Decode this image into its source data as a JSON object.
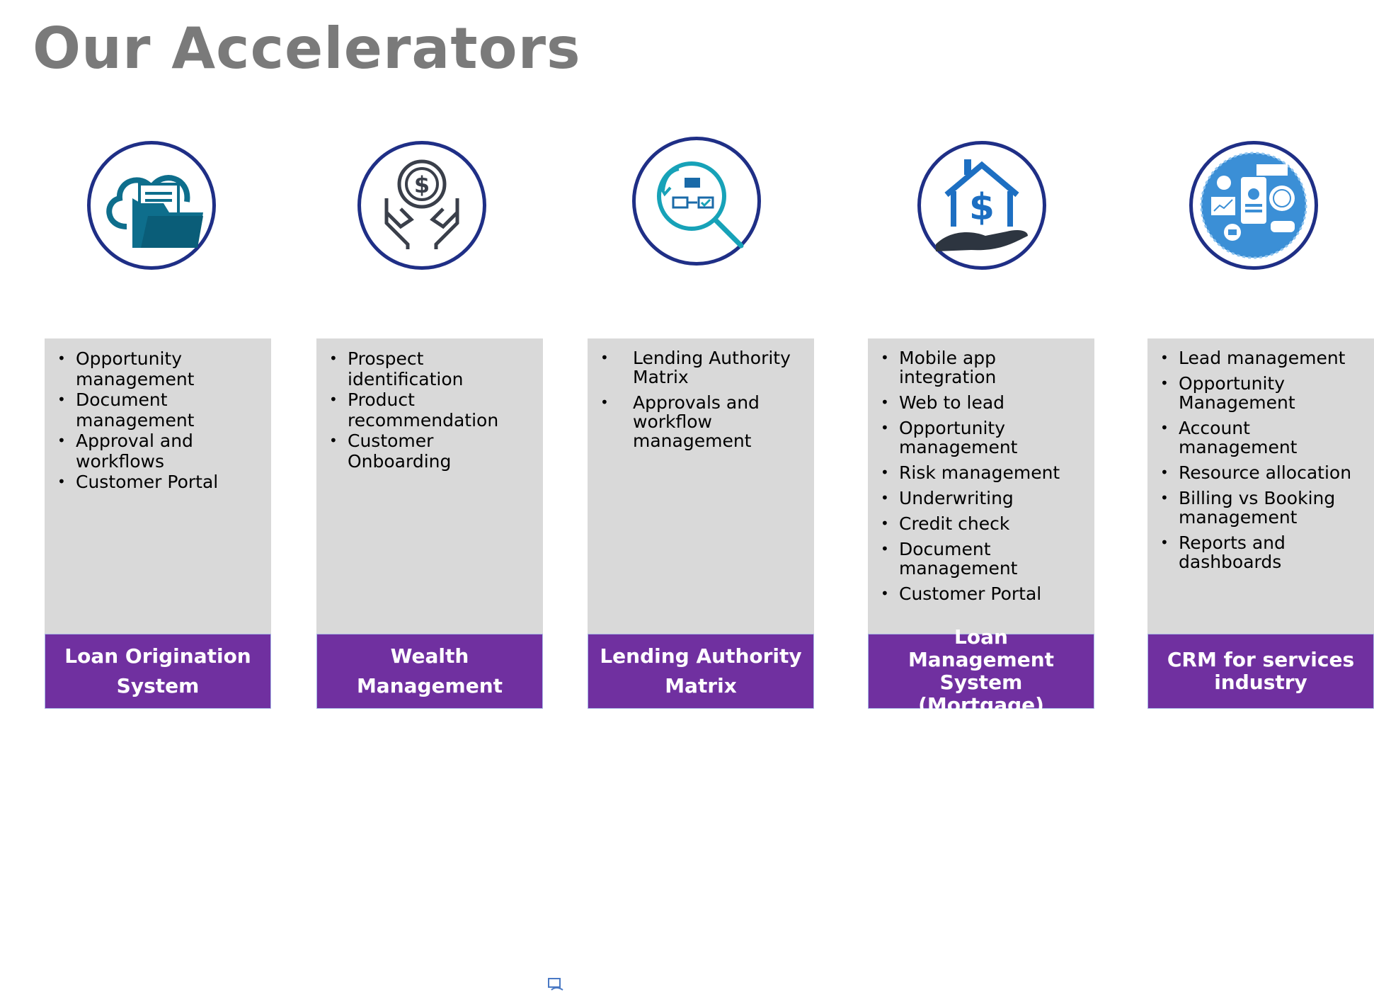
{
  "page": {
    "title": "Our Accelerators"
  },
  "accelerators": [
    {
      "icon": "cloud-folder-icon",
      "items": [
        "Opportunity management",
        "Document management",
        "Approval and workflows",
        "Customer Portal"
      ],
      "name": "Loan Origination System"
    },
    {
      "icon": "dollar-hands-icon",
      "items": [
        "Prospect identification",
        "Product recommendation",
        "Customer Onboarding"
      ],
      "name": "Wealth Management"
    },
    {
      "icon": "workflow-magnifier-icon",
      "items": [
        "Lending Authority Matrix",
        "Approvals and workflow management"
      ],
      "name": "Lending Authority Matrix"
    },
    {
      "icon": "house-dollar-hand-icon",
      "items": [
        "Mobile app integration",
        "Web to lead",
        "Opportunity management",
        "Risk management",
        "Underwriting",
        "Credit check",
        "Document management",
        "Customer Portal"
      ],
      "name": "Loan Management System (Mortgage)"
    },
    {
      "icon": "crm-digital-icon",
      "items": [
        "Lead management",
        "Opportunity Management",
        "Account management",
        "Resource allocation",
        "Billing vs Booking management",
        "Reports and dashboards"
      ],
      "name": "CRM for services industry"
    }
  ],
  "colors": {
    "title": "#7a7a7a",
    "circle": "#1f2f86",
    "panel": "#d9d9d9",
    "footer": "#7030a0"
  }
}
